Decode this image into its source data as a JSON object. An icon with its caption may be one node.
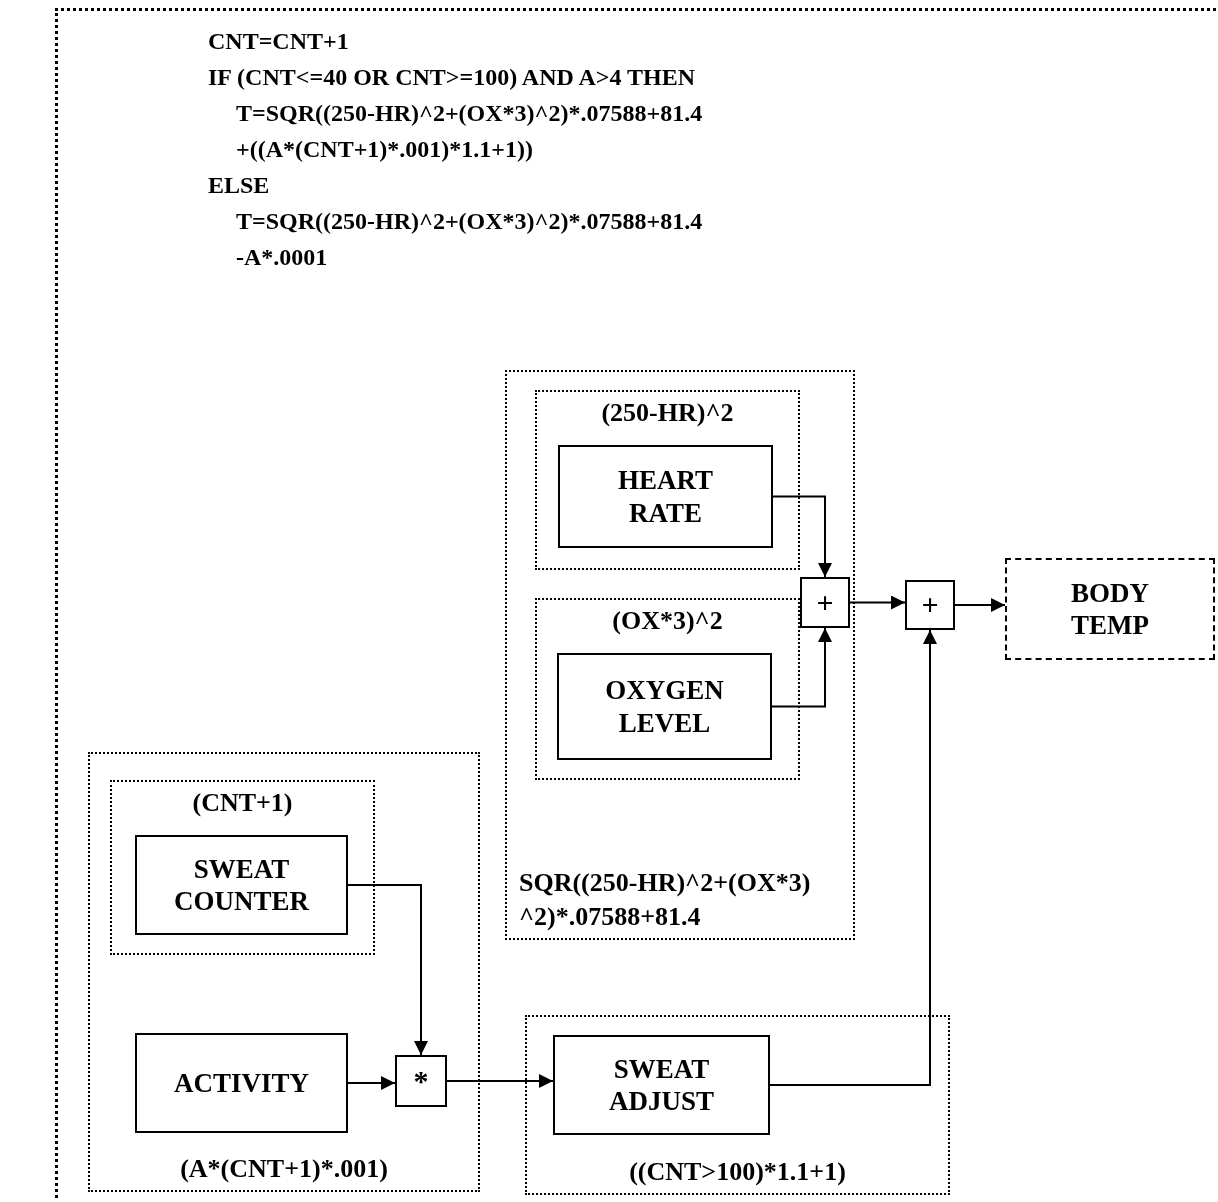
{
  "diagram": {
    "nodes": [
      {
        "text": [
          "CNT=CNT+1",
          "IF (CNT<=40 OR CNT>=100) AND A>4 THEN",
          "T=SQR((250-HR)^2+(OX*3)^2)*.07588+81.4",
          "+((A*(CNT+1)*.001)*1.1+1))",
          "ELSE",
          "T=SQR((250-HR)^2+(OX*3)^2)*.07588+81.4",
          "-A*.0001"
        ]
      },
      {
        "text": [
          "SQR((250-HR)^2+(OX*3)^2)*.07588+81.4"
        ],
        "in": 0
      },
      {
        "text": [
          "(250-HR)^2"
        ],
        "in": 1
      },
      {
        "text": [
          "HEART RATE"
        ],
        "in": 2
      },
      {
        "text": [
          "(OX*3)^2"
        ],
        "in": 1
      },
      {
        "text": [
          "OXYGEN LEVEL"
        ],
        "in": 4
      },
      {
        "text": [
          "+"
        ],
        "in": 1
      },
      {
        "text": [
          "+"
        ],
        "in": 0
      },
      {
        "text": [
          "BODY TEMP"
        ],
        "in": 0
      },
      {
        "text": [
          "(A*(CNT+1)*.001)"
        ],
        "in": 0
      },
      {
        "text": [
          "(CNT+1)"
        ],
        "in": 9
      },
      {
        "text": [
          "SWEAT COUNTER"
        ],
        "in": 10
      },
      {
        "text": [
          "ACTIVITY"
        ],
        "in": 9
      },
      {
        "text": [
          "*"
        ],
        "in": 9
      },
      {
        "text": [
          "((CNT>100)*1.1+1)"
        ],
        "in": 0
      },
      {
        "text": [
          "SWEAT ADJUST"
        ],
        "in": 14
      }
    ],
    "edges": [
      {
        "from": 3,
        "to": 6,
        "arrow": "to"
      },
      {
        "from": 5,
        "to": 6,
        "arrow": "to"
      },
      {
        "from": 6,
        "to": 7,
        "arrow": "to"
      },
      {
        "from": 7,
        "to": 8,
        "arrow": "to"
      },
      {
        "from": 11,
        "to": 13,
        "arrow": "to"
      },
      {
        "from": 12,
        "to": 13,
        "arrow": "to"
      },
      {
        "from": 13,
        "to": 15,
        "arrow": "to"
      },
      {
        "from": 15,
        "to": 7,
        "arrow": "to"
      }
    ]
  }
}
